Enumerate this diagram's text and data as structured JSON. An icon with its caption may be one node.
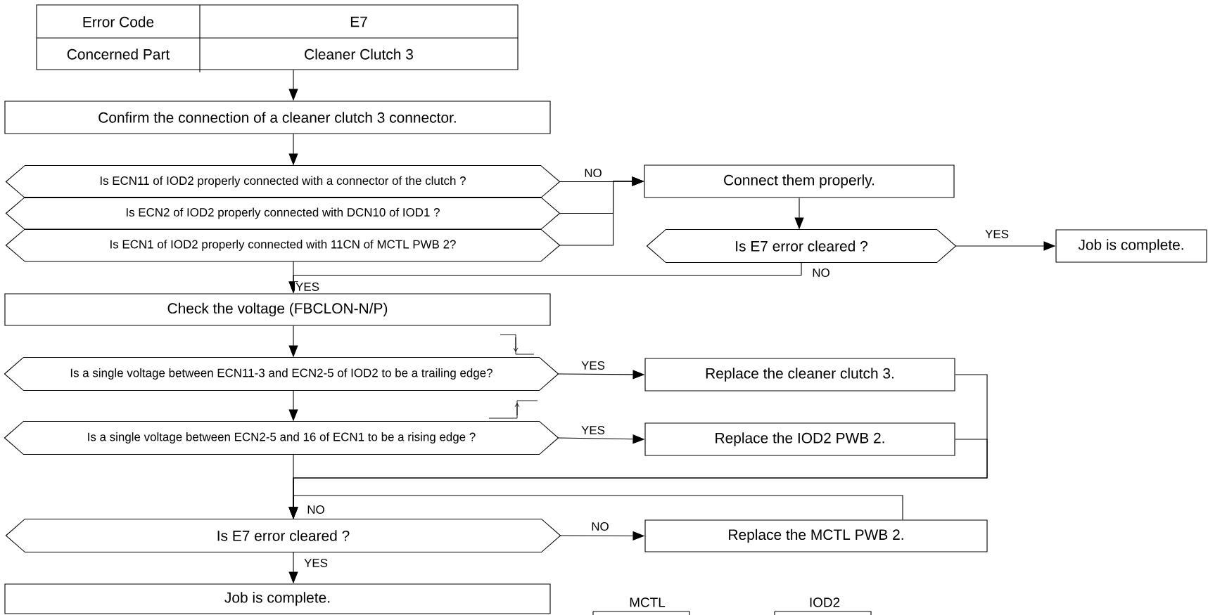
{
  "diagram": {
    "nodes": [
      {
        "text": [
          "Error Code",
          "E7",
          "Concerned Part",
          "Cleaner Clutch 3"
        ]
      },
      {
        "text": [
          "Confirm the connection of a cleaner clutch 3 connector."
        ]
      },
      {
        "text": [
          "Is ECN11 of IOD2 properly connected with a connector of the clutch ?"
        ]
      },
      {
        "text": [
          "Is ECN2 of IOD2 properly connected with DCN10 of IOD1 ?"
        ]
      },
      {
        "text": [
          "Is ECN1 of IOD2 properly connected with 11CN of MCTL PWB 2?"
        ]
      },
      {
        "text": [
          "Connect them properly."
        ]
      },
      {
        "text": [
          "Is E7 error cleared ?"
        ]
      },
      {
        "text": [
          "Job is complete."
        ]
      },
      {
        "text": [
          "Check the voltage (FBCLON-N/P)"
        ]
      },
      {
        "text": [
          "Is a single voltage between ECN11-3 and ECN2-5 of IOD2 to be a trailing edge?"
        ]
      },
      {
        "text": [
          "Replace the cleaner clutch 3."
        ]
      },
      {
        "text": [
          "Is a single voltage between ECN2-5 and 16 of ECN1 to be a rising edge ?"
        ]
      },
      {
        "text": [
          "Replace the IOD2 PWB 2."
        ]
      },
      {
        "text": [
          "Is E7 error cleared ?"
        ]
      },
      {
        "text": [
          "Replace the MCTL PWB 2."
        ]
      },
      {
        "text": [
          "Job is complete."
        ]
      }
    ],
    "edges": [
      {
        "from": 0,
        "to": 1,
        "arrow": "to"
      },
      {
        "from": 1,
        "to": 2,
        "arrow": "to"
      },
      {
        "from": 2,
        "to": 5,
        "arrow": "to",
        "label": "NO"
      },
      {
        "from": 3,
        "to": 5,
        "arrow": "to"
      },
      {
        "from": 4,
        "to": 5,
        "arrow": "to"
      },
      {
        "from": 5,
        "to": 6,
        "arrow": "to"
      },
      {
        "from": 6,
        "to": 7,
        "arrow": "to",
        "label": "YES"
      },
      {
        "from": 6,
        "to": 8,
        "arrow": "to",
        "label": "NO"
      },
      {
        "from": 4,
        "to": 8,
        "arrow": "to",
        "label": "YES"
      },
      {
        "from": 8,
        "to": 9,
        "arrow": "to"
      },
      {
        "from": 9,
        "to": 10,
        "arrow": "to",
        "label": "YES"
      },
      {
        "from": 9,
        "to": 11,
        "arrow": "to"
      },
      {
        "from": 11,
        "to": 12,
        "arrow": "to",
        "label": "YES"
      },
      {
        "from": 10,
        "to": 13,
        "arrow": "to"
      },
      {
        "from": 12,
        "to": 13,
        "arrow": "to"
      },
      {
        "from": 11,
        "to": 13,
        "arrow": "to",
        "label": "NO"
      },
      {
        "from": 14,
        "to": 13,
        "arrow": "to"
      },
      {
        "from": 13,
        "to": 14,
        "arrow": "to",
        "label": "NO"
      },
      {
        "from": 13,
        "to": 15,
        "arrow": "to",
        "label": "YES"
      }
    ],
    "labels": [
      "MCTL",
      "IOD2"
    ]
  }
}
